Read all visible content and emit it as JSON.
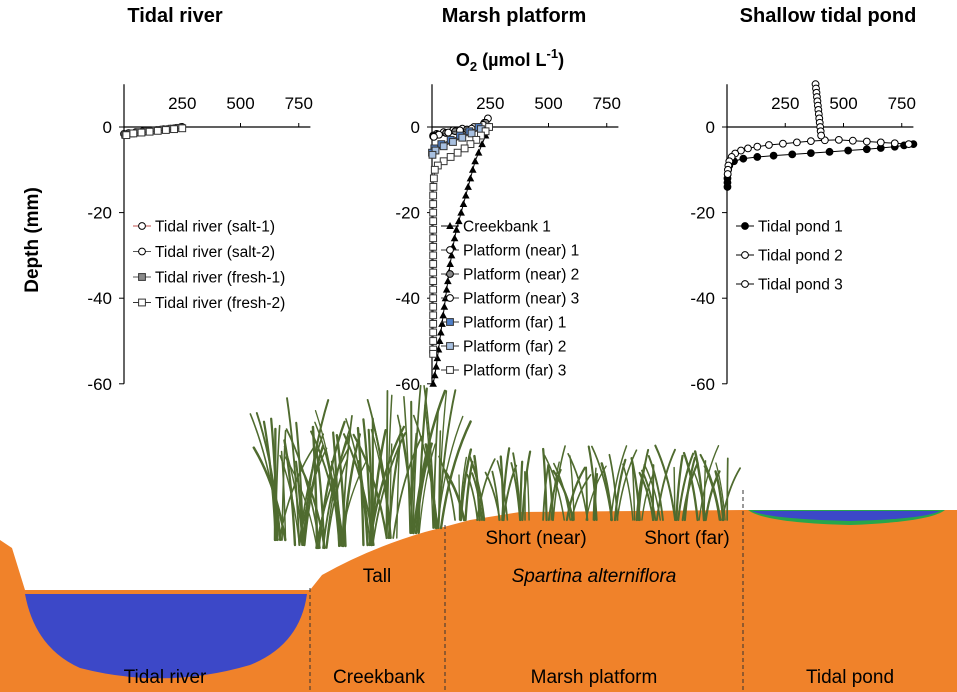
{
  "panel_titles": {
    "river": "Tidal river",
    "platform": "Marsh platform",
    "pond": "Shallow tidal pond"
  },
  "o2_unit_label": {
    "base": "O",
    "sub": "2",
    "mid": " (µmol L",
    "sup": "-1",
    "end": ")"
  },
  "y_axis_label": "Depth (mm)",
  "colors": {
    "sediment": "#f0822a",
    "water": "#3c48c8",
    "pond_rim": "#27a64b",
    "plant": "#4f6b2f",
    "far_marker": "#6f8fc4"
  },
  "chart_data": [
    {
      "id": "river",
      "type": "line",
      "x_ticks": [
        "250",
        "500",
        "750"
      ],
      "y_ticks": [
        "0",
        "-20",
        "-40",
        "-60"
      ],
      "xlim": [
        0,
        800
      ],
      "ylim": [
        -60,
        10
      ],
      "series": [
        {
          "name": "Tidal river (salt-1)",
          "marker": "circle-open",
          "color": "#c0504d",
          "points": [
            [
              250,
              0
            ],
            [
              225,
              -0.2
            ],
            [
              200,
              -0.4
            ],
            [
              170,
              -0.5
            ],
            [
              140,
              -0.7
            ],
            [
              110,
              -0.8
            ],
            [
              80,
              -1
            ],
            [
              50,
              -1.2
            ],
            [
              20,
              -1.4
            ],
            [
              0,
              -1.6
            ]
          ]
        },
        {
          "name": "Tidal river (salt-2)",
          "marker": "circle-open",
          "color": "#555555",
          "points": [
            [
              245,
              0
            ],
            [
              215,
              -0.3
            ],
            [
              185,
              -0.5
            ],
            [
              150,
              -0.7
            ],
            [
              120,
              -0.9
            ],
            [
              90,
              -1.1
            ],
            [
              60,
              -1.3
            ],
            [
              30,
              -1.5
            ],
            [
              5,
              -1.8
            ]
          ]
        },
        {
          "name": "Tidal river (fresh-1)",
          "marker": "square-gray",
          "color": "#555555",
          "points": [
            [
              240,
              -0.2
            ],
            [
              205,
              -0.4
            ],
            [
              170,
              -0.6
            ],
            [
              135,
              -0.8
            ],
            [
              100,
              -1
            ],
            [
              65,
              -1.2
            ],
            [
              30,
              -1.5
            ],
            [
              5,
              -1.8
            ]
          ]
        },
        {
          "name": "Tidal river (fresh-2)",
          "marker": "square-open",
          "color": "#333333",
          "points": [
            [
              250,
              -0.3
            ],
            [
              215,
              -0.5
            ],
            [
              180,
              -0.7
            ],
            [
              145,
              -0.9
            ],
            [
              110,
              -1.1
            ],
            [
              75,
              -1.3
            ],
            [
              40,
              -1.5
            ],
            [
              10,
              -1.9
            ]
          ]
        }
      ]
    },
    {
      "id": "platform",
      "type": "line",
      "x_ticks": [
        "250",
        "500",
        "750"
      ],
      "y_ticks": [
        "0",
        "-20",
        "-40",
        "-60"
      ],
      "xlim": [
        0,
        800
      ],
      "ylim": [
        -60,
        10
      ],
      "series": [
        {
          "name": "Creekbank 1",
          "marker": "triangle",
          "color": "#000000",
          "points": [
            [
              245,
              0
            ],
            [
              230,
              -2
            ],
            [
              215,
              -4
            ],
            [
              200,
              -6
            ],
            [
              185,
              -8
            ],
            [
              175,
              -10
            ],
            [
              165,
              -12
            ],
            [
              155,
              -14
            ],
            [
              145,
              -16
            ],
            [
              135,
              -18
            ],
            [
              125,
              -20
            ],
            [
              115,
              -22
            ],
            [
              105,
              -24
            ],
            [
              97,
              -26
            ],
            [
              90,
              -28
            ],
            [
              84,
              -30
            ],
            [
              78,
              -32
            ],
            [
              73,
              -34
            ],
            [
              68,
              -36
            ],
            [
              63,
              -38
            ],
            [
              58,
              -40
            ],
            [
              53,
              -42
            ],
            [
              48,
              -44
            ],
            [
              43,
              -46
            ],
            [
              38,
              -48
            ],
            [
              33,
              -50
            ],
            [
              28,
              -52
            ],
            [
              23,
              -54
            ],
            [
              18,
              -56
            ],
            [
              12,
              -58
            ],
            [
              5,
              -60
            ]
          ]
        },
        {
          "name": "Platform (near) 1",
          "marker": "circle-open",
          "color": "#333333",
          "points": [
            [
              240,
              2
            ],
            [
              225,
              1
            ],
            [
              180,
              0
            ],
            [
              130,
              -0.4
            ],
            [
              90,
              -0.8
            ],
            [
              50,
              -1.2
            ],
            [
              20,
              -1.6
            ],
            [
              5,
              -2
            ]
          ]
        },
        {
          "name": "Platform (near) 2",
          "marker": "circle-gray",
          "color": "#333333",
          "points": [
            [
              230,
              1
            ],
            [
              200,
              0
            ],
            [
              150,
              -0.6
            ],
            [
              100,
              -1
            ],
            [
              60,
              -1.4
            ],
            [
              25,
              -1.8
            ],
            [
              5,
              -2.2
            ]
          ]
        },
        {
          "name": "Platform (near) 3",
          "marker": "circle-open",
          "color": "#333333",
          "points": [
            [
              220,
              0.5
            ],
            [
              170,
              -0.4
            ],
            [
              120,
              -0.8
            ],
            [
              70,
              -1.3
            ],
            [
              30,
              -1.8
            ],
            [
              8,
              -2.3
            ]
          ]
        },
        {
          "name": "Platform (far) 1",
          "marker": "square-blue",
          "color": "#333333",
          "points": [
            [
              200,
              0
            ],
            [
              160,
              -1
            ],
            [
              120,
              -2
            ],
            [
              80,
              -3
            ],
            [
              40,
              -4
            ],
            [
              10,
              -5
            ],
            [
              0,
              -6
            ]
          ]
        },
        {
          "name": "Platform (far) 2",
          "marker": "square-lightblue",
          "color": "#333333",
          "points": [
            [
              210,
              -0.5
            ],
            [
              170,
              -1.5
            ],
            [
              130,
              -2.5
            ],
            [
              90,
              -3.5
            ],
            [
              50,
              -4.5
            ],
            [
              15,
              -5.5
            ],
            [
              2,
              -6.5
            ]
          ]
        },
        {
          "name": "Platform (far) 3",
          "marker": "square-open",
          "color": "#333333",
          "points": [
            [
              245,
              0
            ],
            [
              230,
              -1
            ],
            [
              210,
              -2
            ],
            [
              190,
              -3
            ],
            [
              165,
              -4
            ],
            [
              140,
              -5
            ],
            [
              110,
              -6
            ],
            [
              80,
              -7
            ],
            [
              50,
              -8
            ],
            [
              25,
              -9
            ],
            [
              12,
              -10
            ],
            [
              8,
              -12
            ],
            [
              6,
              -14
            ],
            [
              5,
              -16
            ],
            [
              5,
              -18
            ],
            [
              5,
              -20
            ],
            [
              5,
              -22
            ],
            [
              5,
              -24
            ],
            [
              5,
              -26
            ],
            [
              5,
              -28
            ],
            [
              5,
              -30
            ],
            [
              5,
              -32
            ],
            [
              5,
              -34
            ],
            [
              5,
              -36
            ],
            [
              5,
              -38
            ],
            [
              5,
              -40
            ],
            [
              5,
              -42
            ],
            [
              5,
              -44
            ],
            [
              5,
              -46
            ],
            [
              5,
              -48
            ],
            [
              5,
              -50
            ],
            [
              5,
              -52
            ],
            [
              5,
              -53
            ]
          ]
        }
      ]
    },
    {
      "id": "pond",
      "type": "line",
      "x_ticks": [
        "250",
        "500",
        "750"
      ],
      "y_ticks": [
        "0",
        "-20",
        "-40",
        "-60"
      ],
      "xlim": [
        0,
        800
      ],
      "ylim": [
        -60,
        10
      ],
      "series": [
        {
          "name": "Tidal pond 1",
          "marker": "circle-filled",
          "color": "#000000",
          "points": [
            [
              800,
              -4
            ],
            [
              760,
              -4.3
            ],
            [
              720,
              -4.6
            ],
            [
              660,
              -4.9
            ],
            [
              600,
              -5.2
            ],
            [
              520,
              -5.5
            ],
            [
              440,
              -5.8
            ],
            [
              360,
              -6.1
            ],
            [
              280,
              -6.4
            ],
            [
              200,
              -6.7
            ],
            [
              130,
              -7
            ],
            [
              70,
              -7.4
            ],
            [
              30,
              -8
            ],
            [
              10,
              -9
            ],
            [
              5,
              -10
            ],
            [
              3,
              -11
            ],
            [
              2,
              -12
            ],
            [
              2,
              -13
            ],
            [
              2,
              -14
            ]
          ]
        },
        {
          "name": "Tidal pond 2",
          "marker": "circle-open",
          "color": "#000000",
          "points": [
            [
              780,
              -4
            ],
            [
              720,
              -3.8
            ],
            [
              660,
              -3.6
            ],
            [
              600,
              -3.4
            ],
            [
              540,
              -3.2
            ],
            [
              480,
              -3
            ],
            [
              420,
              -3.1
            ],
            [
              360,
              -3.3
            ],
            [
              300,
              -3.6
            ],
            [
              240,
              -3.9
            ],
            [
              180,
              -4.2
            ],
            [
              130,
              -4.6
            ],
            [
              90,
              -5
            ],
            [
              60,
              -5.5
            ],
            [
              35,
              -6.2
            ],
            [
              20,
              -7
            ],
            [
              10,
              -8
            ],
            [
              6,
              -9
            ],
            [
              4,
              -10
            ],
            [
              3,
              -11
            ]
          ]
        },
        {
          "name": "Tidal pond 3",
          "marker": "circle-open",
          "color": "#000000",
          "points": [
            [
              380,
              10
            ],
            [
              382,
              9
            ],
            [
              384,
              8
            ],
            [
              386,
              7
            ],
            [
              388,
              6
            ],
            [
              390,
              5
            ],
            [
              392,
              4
            ],
            [
              394,
              3
            ],
            [
              396,
              2
            ],
            [
              398,
              1
            ],
            [
              400,
              0
            ],
            [
              402,
              -1
            ],
            [
              404,
              -2
            ]
          ]
        }
      ]
    }
  ],
  "zones": {
    "river": "Tidal river",
    "creekbank": "Creekbank",
    "platform": "Marsh platform",
    "pond": "Tidal pond"
  },
  "plant_labels": {
    "tall": "Tall",
    "short_near": "Short (near)",
    "short_far": "Short (far)",
    "species": "Spartina alterniflora"
  }
}
